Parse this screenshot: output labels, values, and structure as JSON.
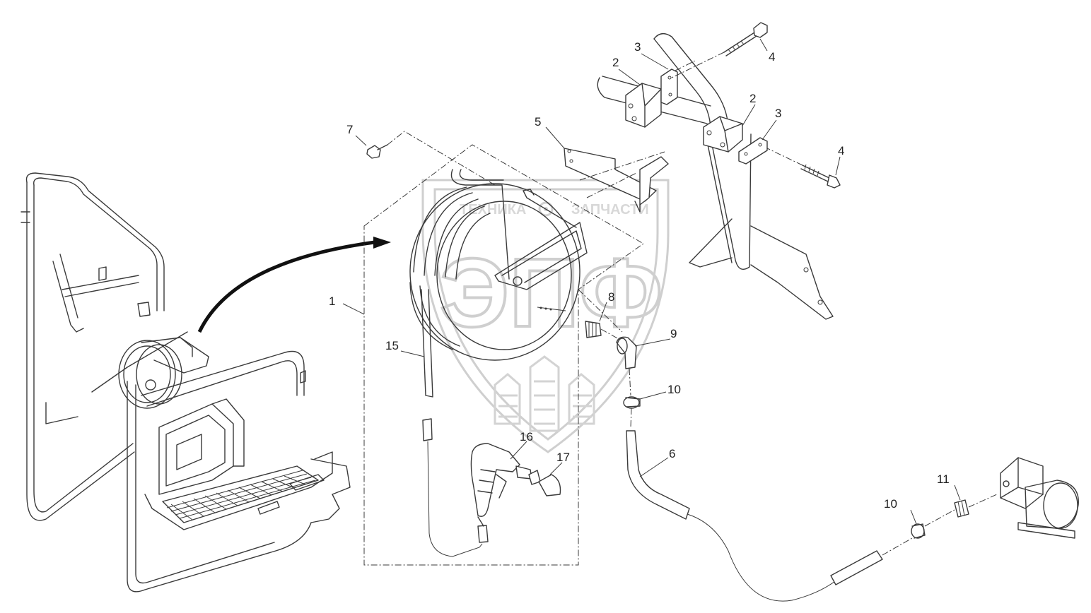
{
  "watermark": {
    "brand_left": "ТЕХНИКА",
    "brand_right": "ЗАПЧАСТИ",
    "logo_text": "ЭПФ"
  },
  "callouts": [
    "1",
    "2",
    "2",
    "3",
    "3",
    "4",
    "4",
    "5",
    "6",
    "7",
    "8",
    "9",
    "10",
    "10",
    "11",
    "15",
    "16",
    "17"
  ],
  "colors": {
    "line": "#3a3a3a",
    "watermark": "#cfcfcf",
    "background": "#ffffff"
  }
}
